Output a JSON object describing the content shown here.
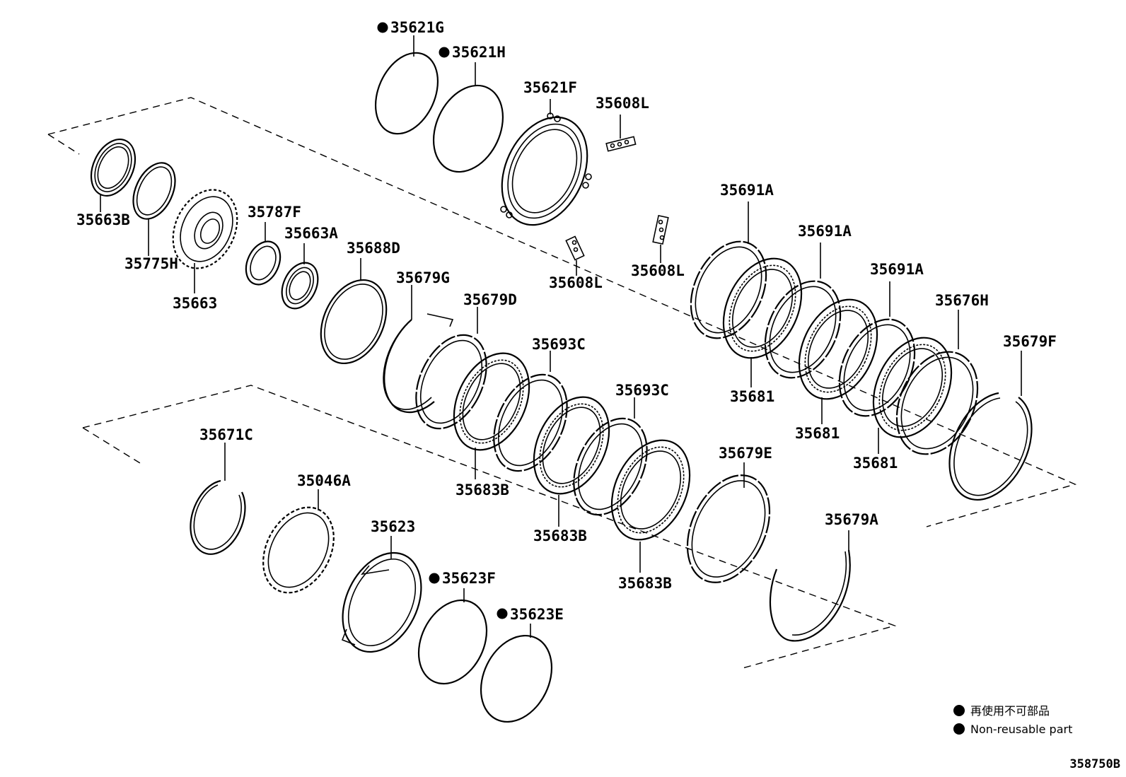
{
  "labels": {
    "p35621G": "35621G",
    "p35621H": "35621H",
    "p35621F": "35621F",
    "p35608L_a": "35608L",
    "p35608L_b": "35608L",
    "p35608L_c": "35608L",
    "p35663B": "35663B",
    "p35775H": "35775H",
    "p35663": "35663",
    "p35787F": "35787F",
    "p35663A": "35663A",
    "p35688D": "35688D",
    "p35679G": "35679G",
    "p35679D": "35679D",
    "p35693C_a": "35693C",
    "p35693C_b": "35693C",
    "p35683B_a": "35683B",
    "p35683B_b": "35683B",
    "p35683B_c": "35683B",
    "p35691A_a": "35691A",
    "p35691A_b": "35691A",
    "p35691A_c": "35691A",
    "p35681_a": "35681",
    "p35681_b": "35681",
    "p35681_c": "35681",
    "p35676H": "35676H",
    "p35679F": "35679F",
    "p35679E": "35679E",
    "p35679A": "35679A",
    "p35671C": "35671C",
    "p35046A": "35046A",
    "p35623": "35623",
    "p35623F": "35623F",
    "p35623E": "35623E"
  },
  "legend": {
    "line_jp": "再使用不可部品",
    "line_en": "Non-reusable part"
  },
  "diagram_code": "358750B"
}
